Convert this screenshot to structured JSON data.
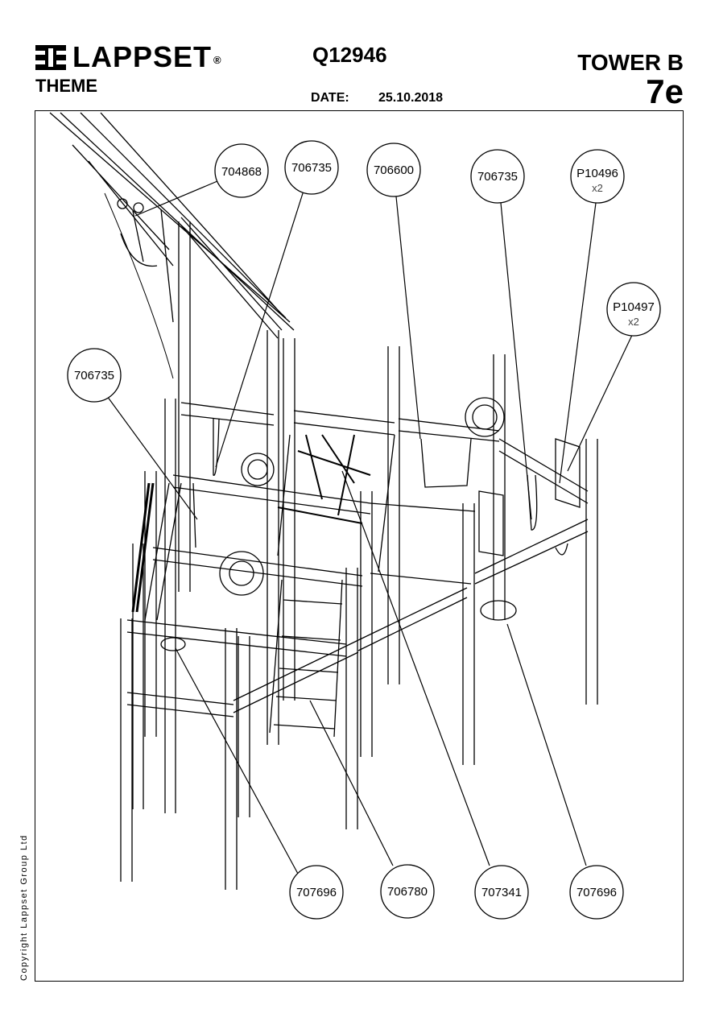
{
  "header": {
    "brand": "LAPPSET",
    "registered": "®",
    "theme": "THEME",
    "product_code": "Q12946",
    "date_label": "DATE:",
    "date_value": "25.10.2018",
    "title": "TOWER B",
    "page": "7e"
  },
  "footer": {
    "copyright": "Copyright Lappset Group Ltd"
  },
  "callouts": [
    {
      "code": "704868",
      "qty": ""
    },
    {
      "code": "706735",
      "qty": ""
    },
    {
      "code": "706600",
      "qty": ""
    },
    {
      "code": "706735",
      "qty": ""
    },
    {
      "code": "P10496",
      "qty": "x2"
    },
    {
      "code": "P10497",
      "qty": "x2"
    },
    {
      "code": "706735",
      "qty": ""
    },
    {
      "code": "707696",
      "qty": ""
    },
    {
      "code": "706780",
      "qty": ""
    },
    {
      "code": "707341",
      "qty": ""
    },
    {
      "code": "707696",
      "qty": ""
    }
  ]
}
